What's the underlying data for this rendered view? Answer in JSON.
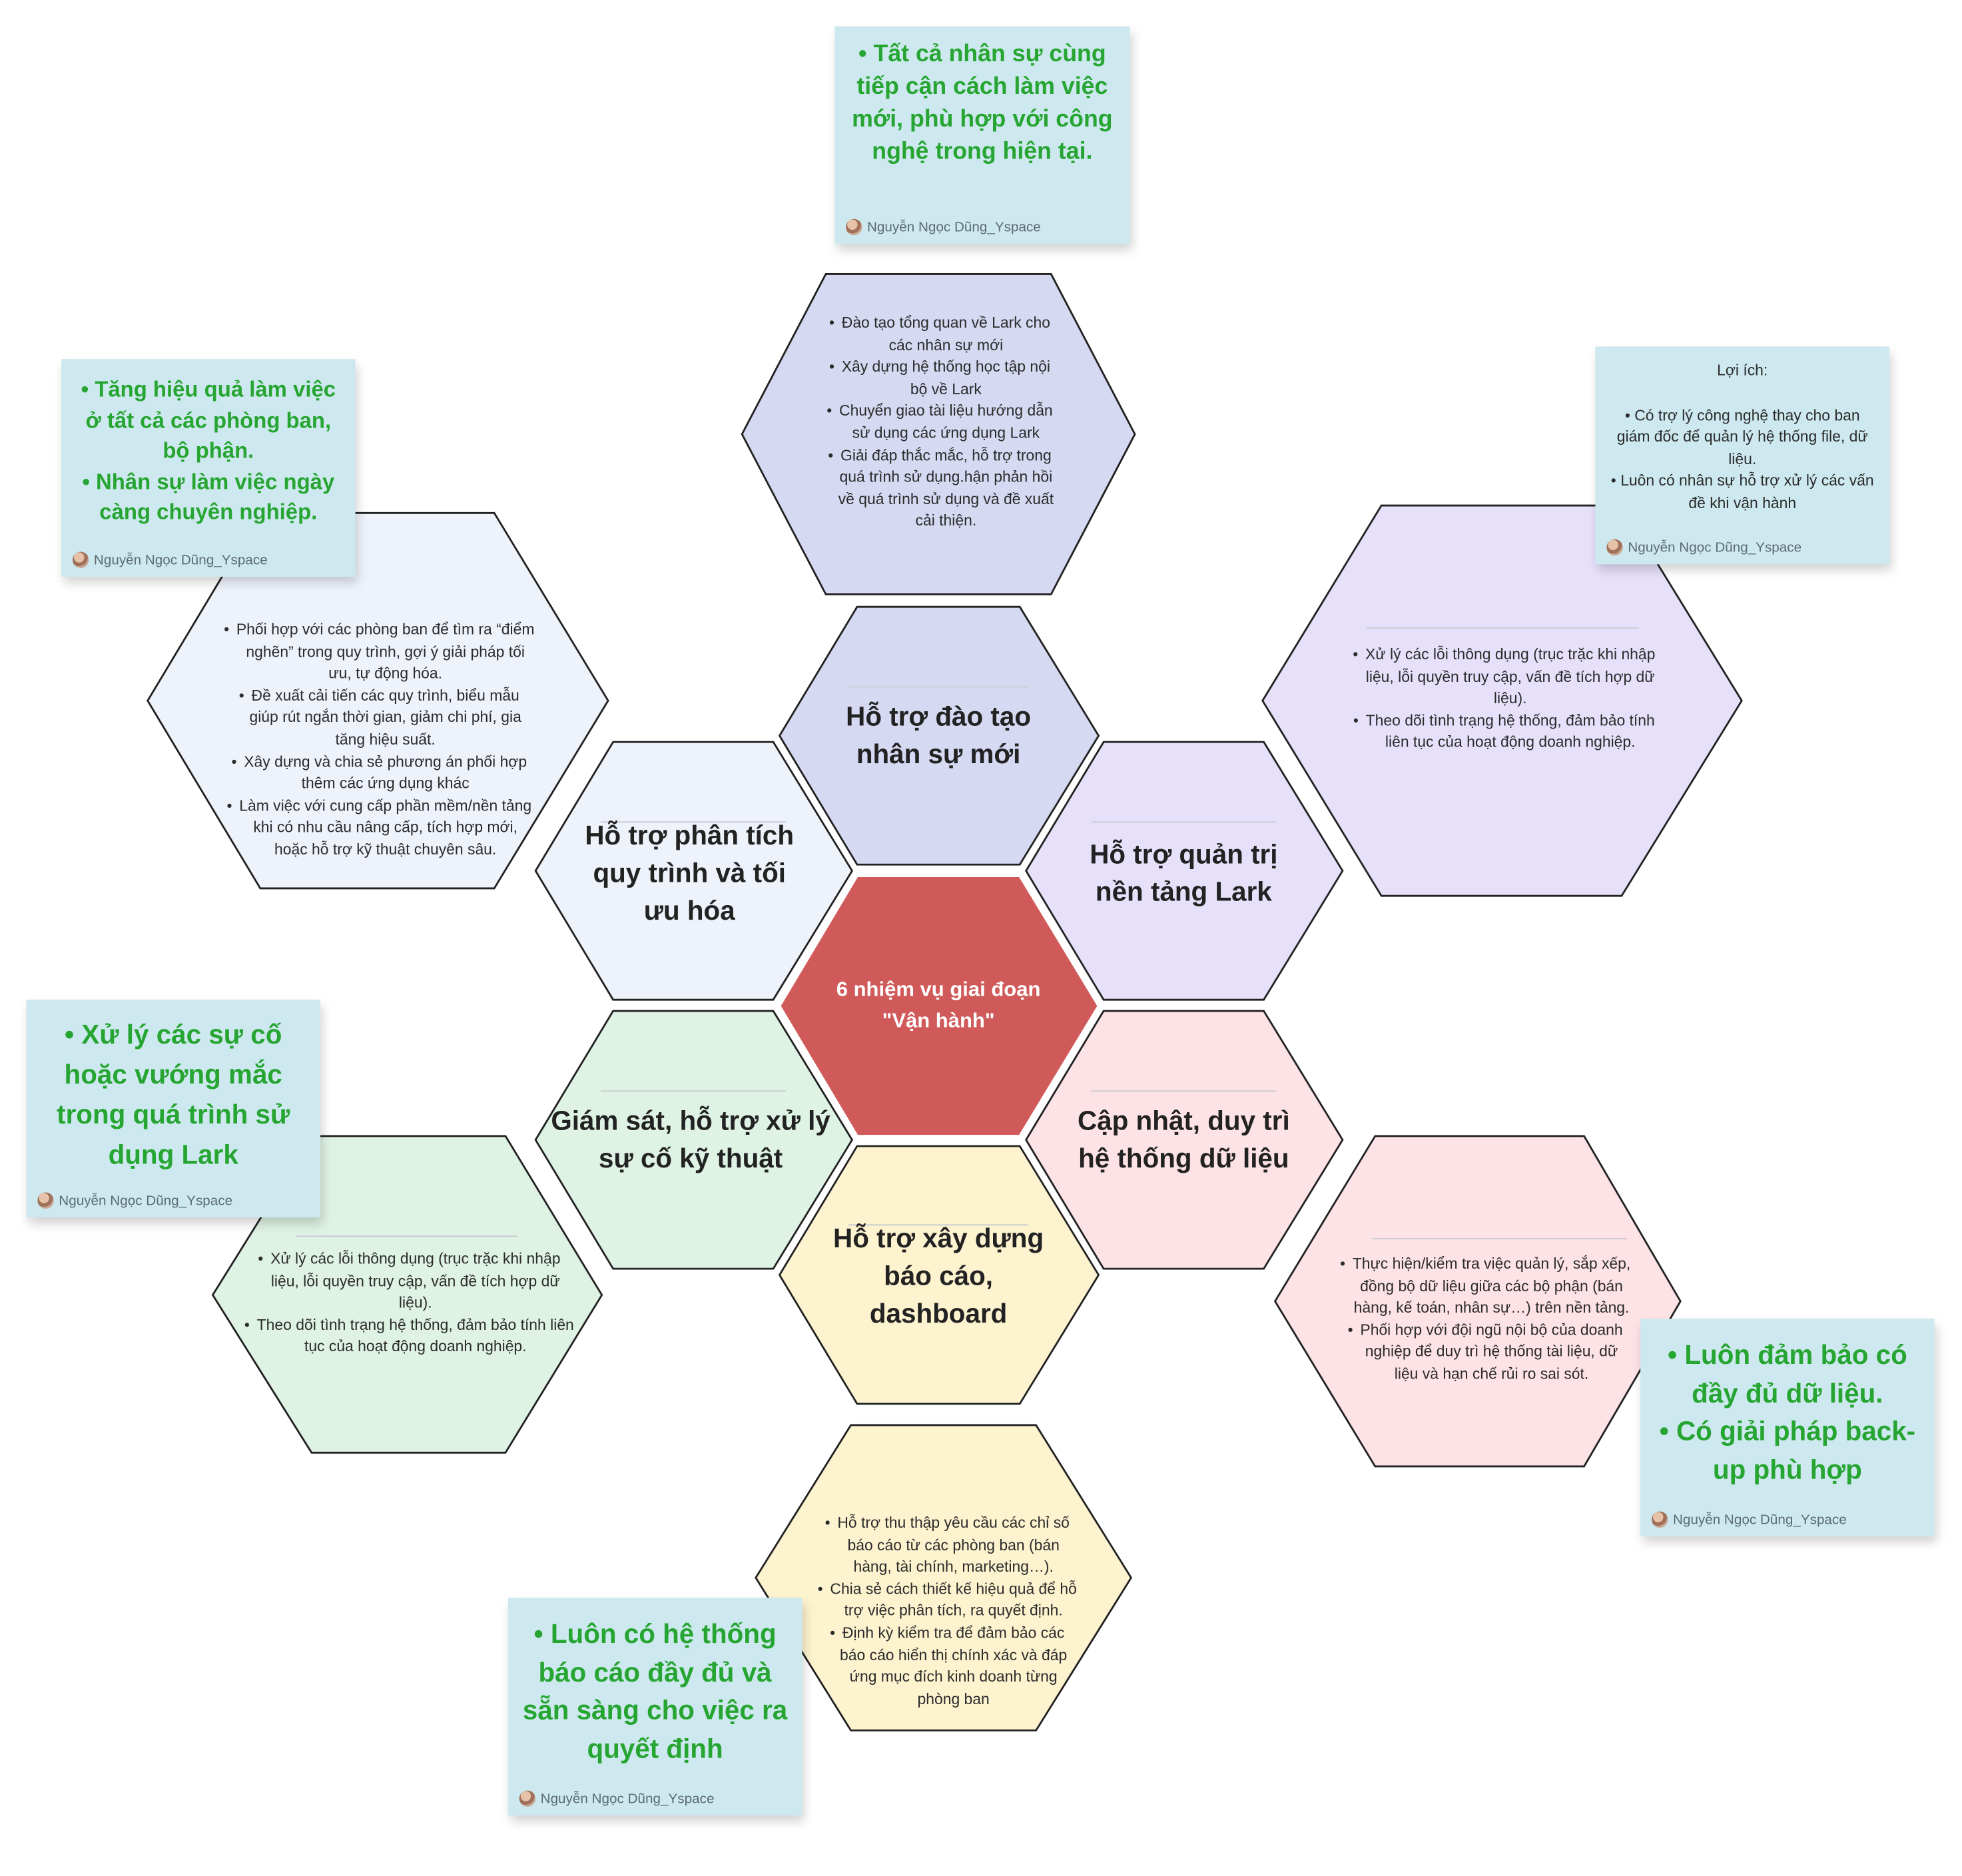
{
  "center": {
    "title": "6 nhiệm vụ giai đoạn \"Vận hành\"",
    "color": "#d05a5a"
  },
  "hexes": {
    "top": {
      "title": "Hỗ trợ đào tạo nhân sự mới",
      "fill": "#d5d9f1"
    },
    "upper_left": {
      "title": "Hỗ trợ phân tích quy trình và tối ưu hóa",
      "fill": "#eef2fb"
    },
    "upper_right": {
      "title": "Hỗ trợ quản trị nền tảng Lark",
      "fill": "#e7e0fb"
    },
    "lower_left": {
      "title": "Giám sát, hỗ trợ xử lý sự cố kỹ thuật",
      "fill": "#dff3e5"
    },
    "lower_right": {
      "title": "Cập nhật, duy trì hệ thống dữ liệu",
      "fill": "#fde2e6"
    },
    "bottom": {
      "title": "Hỗ trợ xây dựng báo cáo, dashboard",
      "fill": "#fdf3cf"
    }
  },
  "details": {
    "top": {
      "fill": "#d5d9f1",
      "items": [
        "Đào tạo tổng quan về Lark cho các nhân sự mới",
        "Xây dựng hệ thống học tập nội bộ về Lark",
        "Chuyển giao tài liệu hướng dẫn sử dụng các ứng dụng Lark",
        "Giải đáp thắc mắc, hỗ trợ trong quá trình sử dụng.hận phản hồi về quá trình sử dụng và đề xuất cải thiện."
      ]
    },
    "upper_left": {
      "fill": "#eef2fb",
      "items": [
        "Phối hợp với các phòng ban để tìm ra “điểm nghẽn”   trong quy trình, gợi ý giải pháp tối ưu, tự động hóa.",
        "Đề xuất cải tiến các quy trình, biểu mẫu giúp rút ngắn thời gian, giảm chi phí, gia tăng hiệu suất.",
        "Xây dựng và chia sẻ phương án phối hợp thêm các ứng dụng khác",
        "Làm việc với cung cấp phần mềm/nền tảng khi có nhu cầu nâng cấp, tích hợp mới, hoặc hỗ trợ kỹ thuật chuyên sâu."
      ]
    },
    "upper_right": {
      "fill": "#e7e0fb",
      "items": [
        "Xử lý các lỗi thông dụng (trục trặc khi nhập liệu, lỗi quyền truy cập, vấn đề tích hợp dữ liệu).",
        "Theo dõi tình trạng hệ thống, đảm bảo tính liên tục của hoạt động doanh nghiệp."
      ]
    },
    "lower_left": {
      "fill": "#dff3e5",
      "items": [
        "Xử lý các lỗi thông dụng (trục trặc khi nhập liệu, lỗi quyền truy cập, vấn đề tích hợp dữ liệu).",
        "Theo dõi tình trạng hệ thống, đảm bảo tính liên tục của hoạt động doanh nghiệp."
      ]
    },
    "lower_right": {
      "fill": "#fde2e6",
      "items": [
        "Thực hiện/kiểm tra việc quản lý, sắp xếp, đồng bộ dữ liệu giữa các bộ phận (bán hàng, kế toán, nhân sự…) trên nền tảng.",
        "Phối hợp với đội ngũ nội bộ của doanh nghiệp để duy trì hệ thống tài liệu, dữ liệu và hạn chế rủi ro sai sót."
      ]
    },
    "bottom": {
      "fill": "#fdf3cf",
      "items": [
        "Hỗ trợ thu thập yêu cầu các chỉ số báo cáo từ các phòng ban (bán hàng, tài chính, marketing…).",
        "Chia sẻ cách thiết kế hiệu quả để hỗ trợ việc phân tích, ra quyết định.",
        "Định kỳ kiểm tra để đảm bảo các báo cáo hiển thị chính xác và đáp ứng mục đích kinh doanh từng phòng ban"
      ]
    }
  },
  "stickies": {
    "top": {
      "items": [
        "Tất cả nhân sự cùng tiếp cận cách làm việc mới, phù hợp với công nghệ trong hiện tại."
      ],
      "author": "Nguyễn Ngọc Dũng_Yspace"
    },
    "upper_left": {
      "items": [
        "Tăng hiệu quả làm việc ở tất cả các phòng ban, bộ phận.",
        "Nhân sự làm việc ngày càng chuyên nghiệp."
      ],
      "author": "Nguyễn Ngọc Dũng_Yspace"
    },
    "upper_right": {
      "heading": "Lợi ích:",
      "items": [
        "Có trợ lý công nghệ thay cho ban giám đốc để quản lý hệ thống file, dữ liệu.",
        "Luôn có nhân sự hỗ trợ xử lý các vấn đề khi vận hành"
      ],
      "author": "Nguyễn Ngọc Dũng_Yspace"
    },
    "lower_left": {
      "items": [
        "Xử lý các sự cố hoặc vướng mắc trong quá trình sử dụng Lark"
      ],
      "author": "Nguyễn Ngọc Dũng_Yspace"
    },
    "lower_right": {
      "items": [
        "Luôn đảm bảo có đầy đủ dữ liệu.",
        "Có giải pháp back-up phù hợp"
      ],
      "author": "Nguyễn Ngọc Dũng_Yspace"
    },
    "bottom": {
      "items": [
        "Luôn có hệ thống báo cáo đầy đủ và sẵn sàng cho việc ra quyết định"
      ],
      "author": "Nguyễn Ngọc Dũng_Yspace"
    }
  }
}
